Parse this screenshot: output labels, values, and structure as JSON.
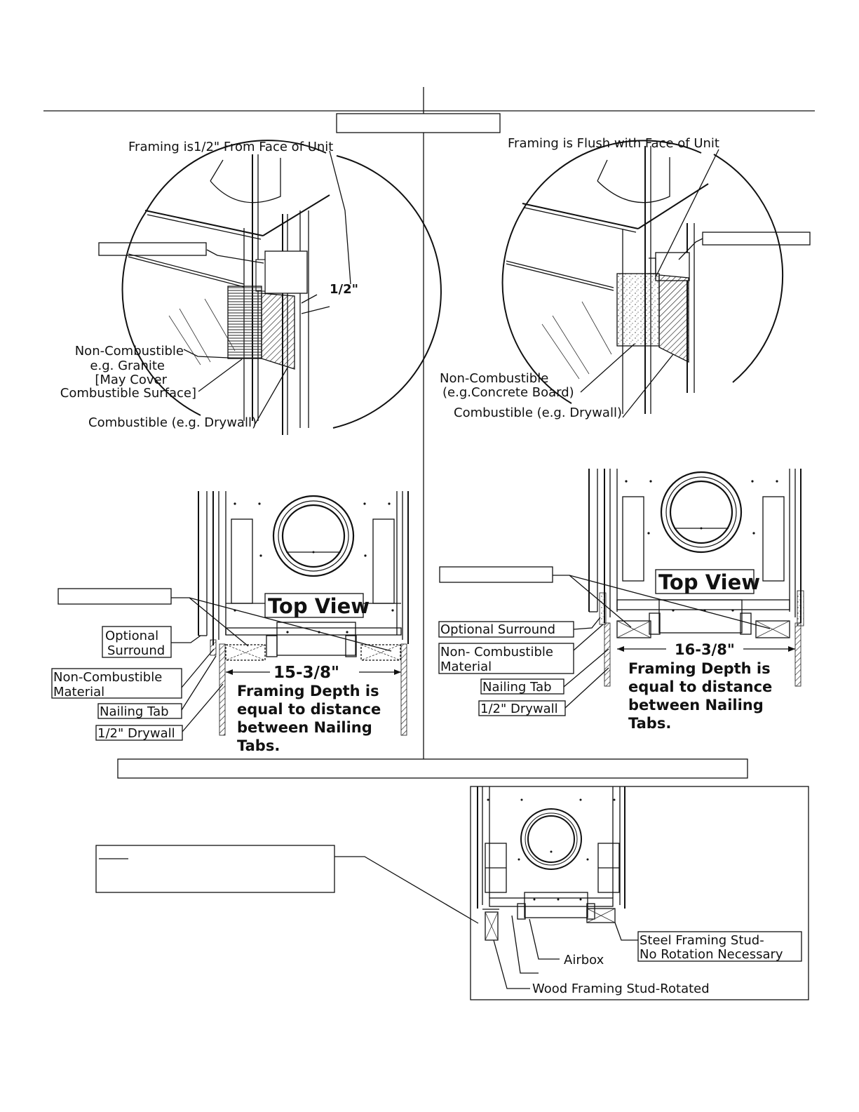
{
  "upper_left": {
    "framing_note": "Framing is1/2\" From Face of Unit",
    "dimension": "1/2\"",
    "noncomb_lines": [
      "Non-Combustible",
      "e.g. Granite",
      "[May Cover",
      "Combustible Surface]"
    ],
    "combustible": "Combustible (e.g. Drywall)"
  },
  "upper_right": {
    "framing_note": "Framing is Flush with Face of Unit",
    "noncomb_lines": [
      "Non-Combustible",
      "(e.g.Concrete Board)"
    ],
    "combustible": "Combustible (e.g. Drywall)"
  },
  "lower_left": {
    "top_view": "Top View",
    "optional_surround": [
      "Optional",
      "Surround"
    ],
    "noncomb_material": [
      "Non-Combustible",
      "Material"
    ],
    "nailing_tab": "Nailing Tab",
    "drywall": "1/2\" Drywall",
    "dimension": "15-3/8\"",
    "framing_depth": [
      "Framing Depth is",
      "equal to distance",
      "between Nailing",
      "Tabs."
    ]
  },
  "lower_right": {
    "top_view": "Top View",
    "optional_surround": "Optional Surround",
    "noncomb_material": [
      "Non- Combustible",
      "Material"
    ],
    "nailing_tab": "Nailing Tab",
    "drywall": "1/2\" Drywall",
    "dimension": "16-3/8\"",
    "framing_depth": [
      "Framing Depth is",
      "equal to distance",
      "between Nailing",
      "Tabs."
    ]
  },
  "stud_detail": {
    "steel_stud": [
      "Steel Framing Stud-",
      "No Rotation Necessary"
    ],
    "airbox": "Airbox",
    "wood_stud": "Wood Framing Stud-Rotated"
  }
}
